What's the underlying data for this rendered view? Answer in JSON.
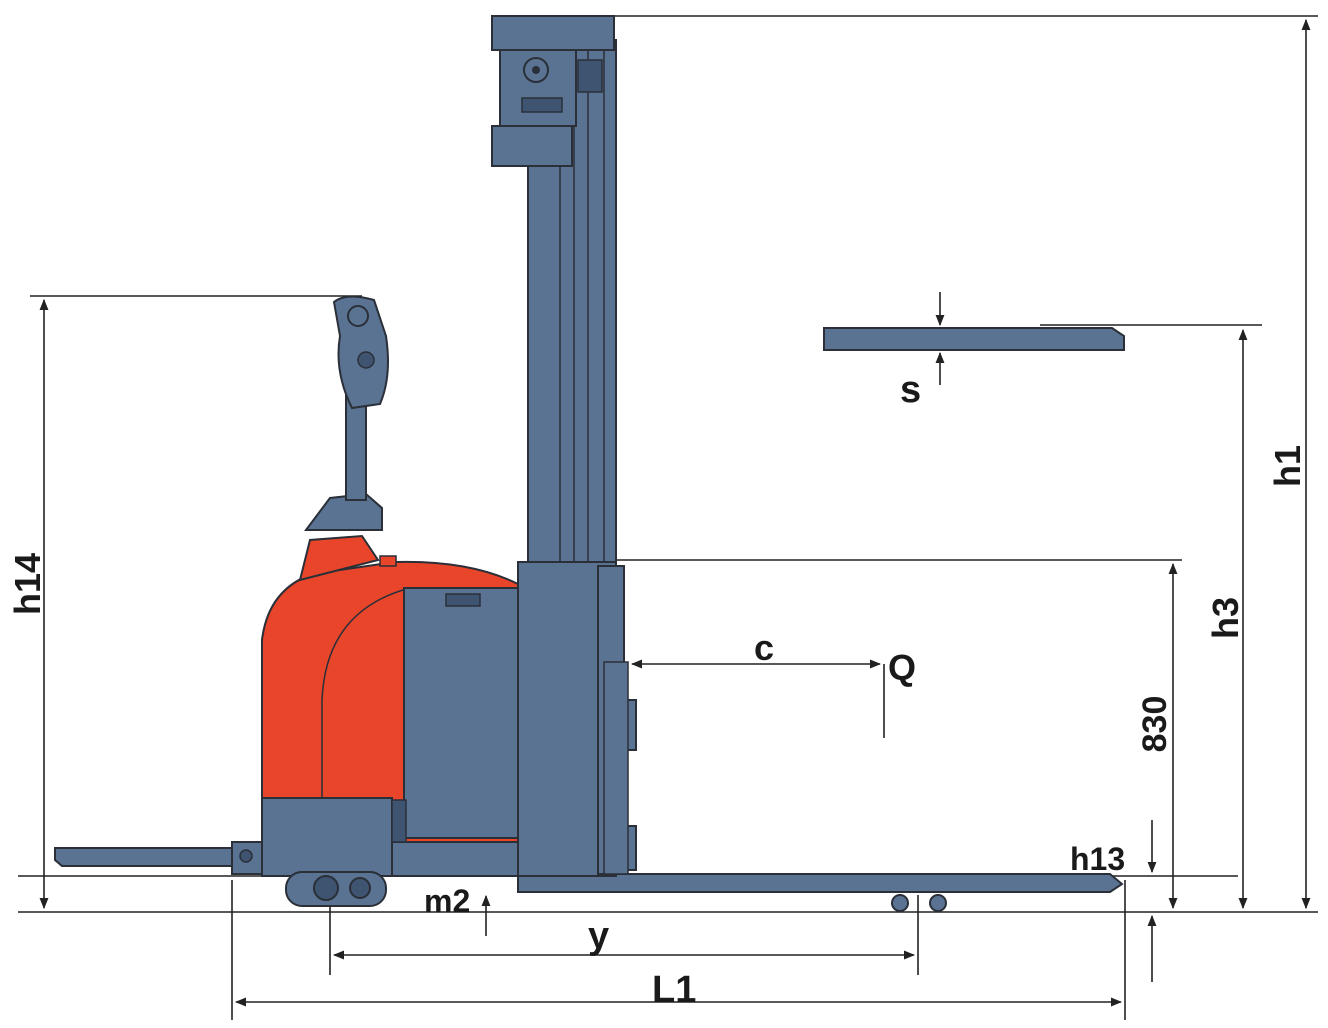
{
  "labels": {
    "h1": "h1",
    "h3": "h3",
    "h14": "h14",
    "h13": "h13",
    "dim_830": "830",
    "s": "s",
    "c": "c",
    "q": "Q",
    "m2": "m2",
    "y": "y",
    "l1": "L1"
  },
  "colors": {
    "body_red": "#e8452a",
    "steel": "#5b7393",
    "steel_dark": "#3f5470",
    "outline": "#2a2f38",
    "dim_line": "#222222"
  }
}
